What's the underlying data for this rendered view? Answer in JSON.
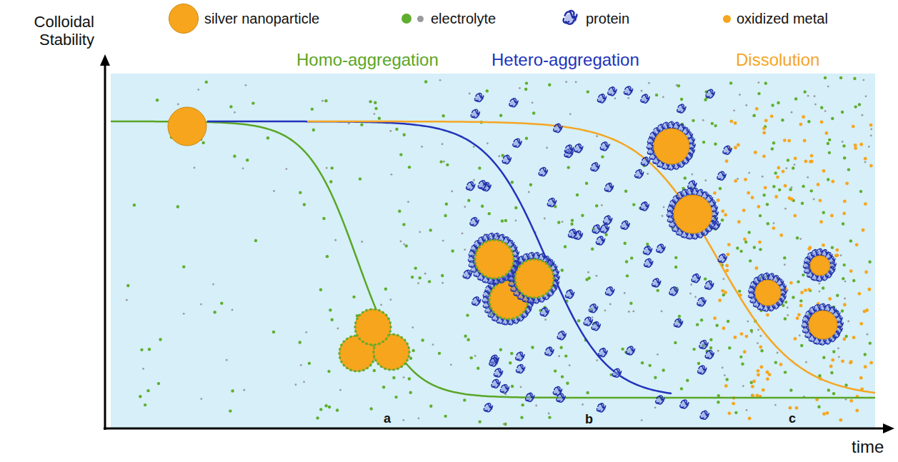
{
  "diagram": {
    "labels": [
      "Colloidal Stability",
      "time",
      "Homo-aggregation",
      "Hetero-aggregation",
      "Dissolution",
      "a",
      "b",
      "c"
    ],
    "legend": [
      {
        "text": "silver nanoparticle",
        "color": "#f7a51c"
      },
      {
        "text": "electrolyte",
        "color": "#5fae2e"
      },
      {
        "text": "protein"
      },
      {
        "text": "oxidized metal",
        "color": "#f7a51c"
      }
    ]
  }
}
